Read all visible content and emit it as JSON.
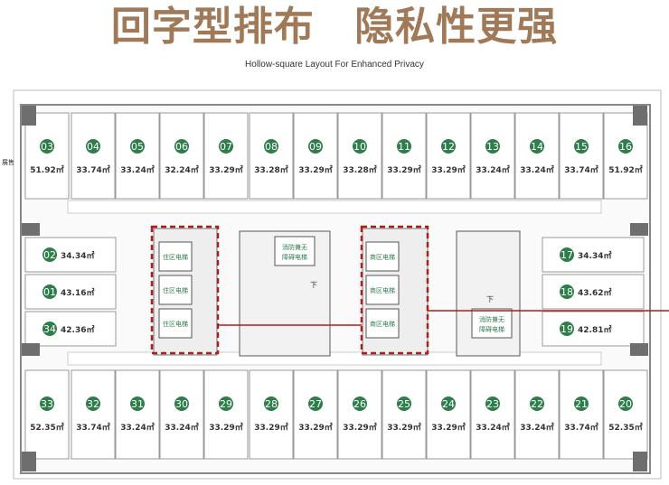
{
  "header": {
    "title_part1": "回字型排布",
    "title_part2": "隐私性更强",
    "subtitle": "Hollow-square Layout For Enhanced Privacy"
  },
  "side_label": "展售",
  "core": {
    "left_elevator_label": "住区电梯",
    "right_elevator_label": "商区电梯",
    "fire_elevator_label_line1": "消防兼无",
    "fire_elevator_label_line2": "障碍电梯",
    "stair_down": "下"
  },
  "rooms": [
    {
      "no": "03",
      "area": "51.92㎡"
    },
    {
      "no": "04",
      "area": "33.74㎡"
    },
    {
      "no": "05",
      "area": "33.24㎡"
    },
    {
      "no": "06",
      "area": "32.24㎡"
    },
    {
      "no": "07",
      "area": "33.29㎡"
    },
    {
      "no": "08",
      "area": "33.28㎡"
    },
    {
      "no": "09",
      "area": "33.29㎡"
    },
    {
      "no": "10",
      "area": "33.28㎡"
    },
    {
      "no": "11",
      "area": "33.29㎡"
    },
    {
      "no": "12",
      "area": "33.29㎡"
    },
    {
      "no": "13",
      "area": "33.24㎡"
    },
    {
      "no": "14",
      "area": "33.24㎡"
    },
    {
      "no": "15",
      "area": "33.74㎡"
    },
    {
      "no": "16",
      "area": "51.92㎡"
    },
    {
      "no": "02",
      "area": "34.34㎡"
    },
    {
      "no": "01",
      "area": "43.16㎡"
    },
    {
      "no": "34",
      "area": "42.36㎡"
    },
    {
      "no": "17",
      "area": "34.34㎡"
    },
    {
      "no": "18",
      "area": "43.62㎡"
    },
    {
      "no": "19",
      "area": "42.81㎡"
    },
    {
      "no": "33",
      "area": "52.35㎡"
    },
    {
      "no": "32",
      "area": "33.74㎡"
    },
    {
      "no": "31",
      "area": "33.24㎡"
    },
    {
      "no": "30",
      "area": "33.24㎡"
    },
    {
      "no": "29",
      "area": "33.29㎡"
    },
    {
      "no": "28",
      "area": "33.29㎡"
    },
    {
      "no": "27",
      "area": "33.29㎡"
    },
    {
      "no": "26",
      "area": "33.29㎡"
    },
    {
      "no": "25",
      "area": "33.29㎡"
    },
    {
      "no": "24",
      "area": "33.29㎡"
    },
    {
      "no": "23",
      "area": "33.24㎡"
    },
    {
      "no": "22",
      "area": "33.24㎡"
    },
    {
      "no": "21",
      "area": "33.74㎡"
    },
    {
      "no": "20",
      "area": "52.35㎡"
    }
  ],
  "colors": {
    "room_badge": "#2e7d4a",
    "highlight": "#b01c1c",
    "title": "#a07a58"
  }
}
